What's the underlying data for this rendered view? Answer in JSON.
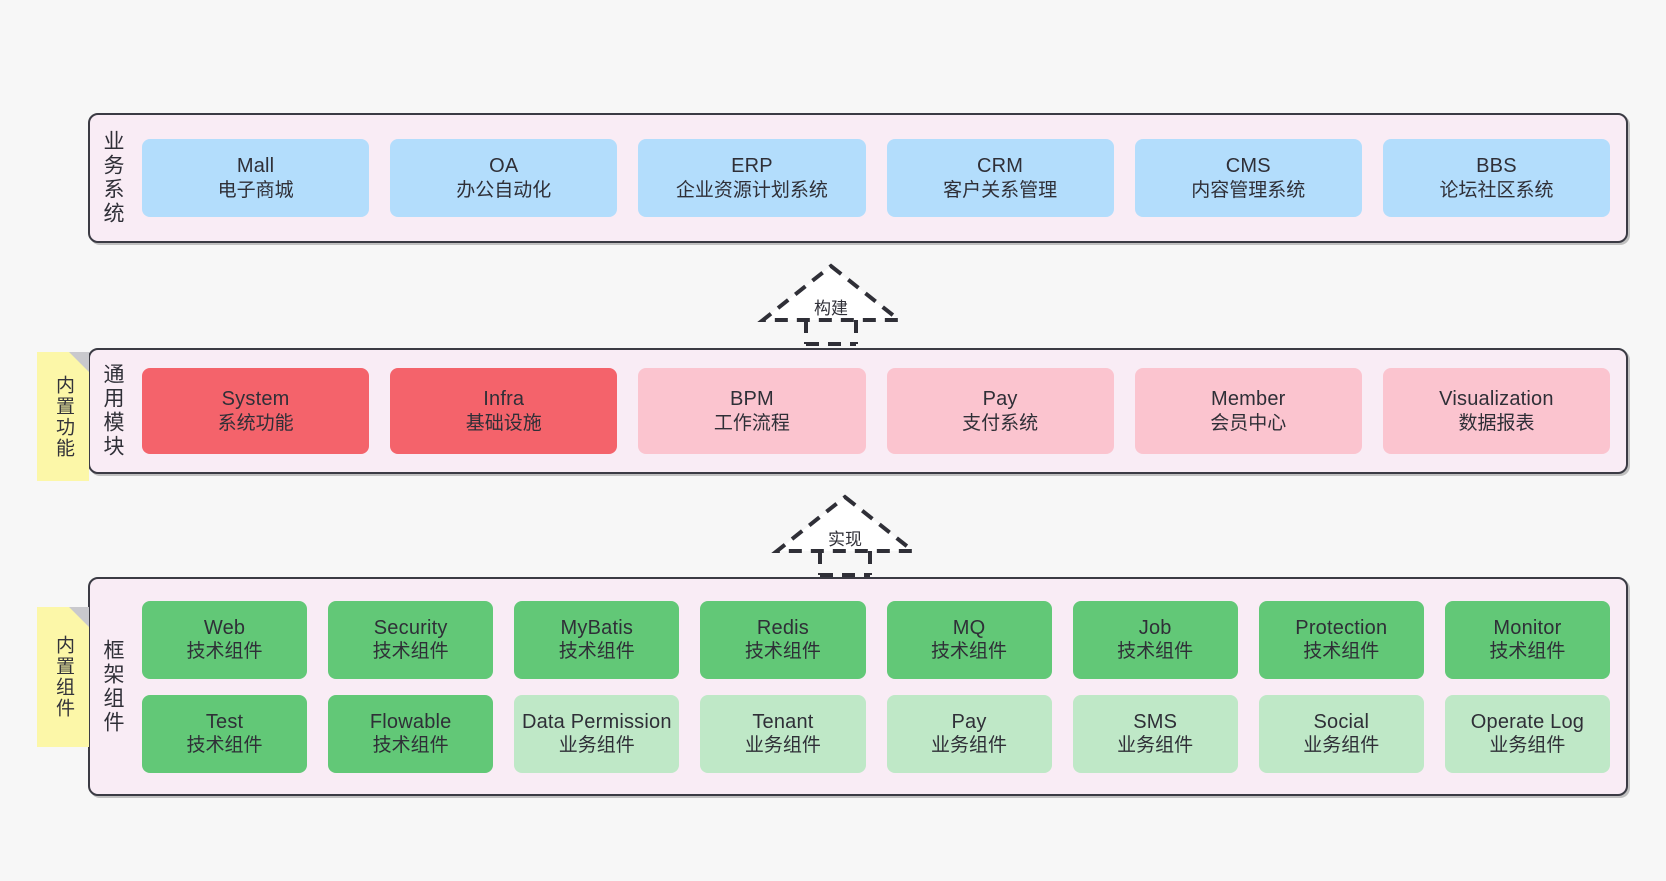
{
  "diagram": {
    "title_layers": {
      "business": "业务系统",
      "common": "通用模块",
      "framework": "框架组件"
    },
    "sticky_notes": {
      "builtin_features": "内置功能",
      "builtin_components": "内置组件"
    },
    "connectors": {
      "build": "构建",
      "implement": "实现"
    }
  },
  "layers": {
    "business": {
      "label": "业务系统",
      "items": [
        {
          "en": "Mall",
          "cn": "电子商城",
          "color": "#b3ddfc"
        },
        {
          "en": "OA",
          "cn": "办公自动化",
          "color": "#b3ddfc"
        },
        {
          "en": "ERP",
          "cn": "企业资源计划系统",
          "color": "#b3ddfc"
        },
        {
          "en": "CRM",
          "cn": "客户关系管理",
          "color": "#b3ddfc"
        },
        {
          "en": "CMS",
          "cn": "内容管理系统",
          "color": "#b3ddfc"
        },
        {
          "en": "BBS",
          "cn": "论坛社区系统",
          "color": "#b3ddfc"
        }
      ]
    },
    "common": {
      "label": "通用模块",
      "items": [
        {
          "en": "System",
          "cn": "系统功能",
          "color": "#f4636b"
        },
        {
          "en": "Infra",
          "cn": "基础设施",
          "color": "#f4636b"
        },
        {
          "en": "BPM",
          "cn": "工作流程",
          "color": "#fbc4cf"
        },
        {
          "en": "Pay",
          "cn": "支付系统",
          "color": "#fbc4cf"
        },
        {
          "en": "Member",
          "cn": "会员中心",
          "color": "#fbc4cf"
        },
        {
          "en": "Visualization",
          "cn": "数据报表",
          "color": "#fbc4cf"
        }
      ]
    },
    "framework": {
      "label": "框架组件",
      "row1": [
        {
          "en": "Web",
          "cn": "技术组件",
          "color": "#62c877"
        },
        {
          "en": "Security",
          "cn": "技术组件",
          "color": "#62c877"
        },
        {
          "en": "MyBatis",
          "cn": "技术组件",
          "color": "#62c877"
        },
        {
          "en": "Redis",
          "cn": "技术组件",
          "color": "#62c877"
        },
        {
          "en": "MQ",
          "cn": "技术组件",
          "color": "#62c877"
        },
        {
          "en": "Job",
          "cn": "技术组件",
          "color": "#62c877"
        },
        {
          "en": "Protection",
          "cn": "技术组件",
          "color": "#62c877"
        },
        {
          "en": "Monitor",
          "cn": "技术组件",
          "color": "#62c877"
        }
      ],
      "row2": [
        {
          "en": "Test",
          "cn": "技术组件",
          "color": "#62c877"
        },
        {
          "en": "Flowable",
          "cn": "技术组件",
          "color": "#62c877"
        },
        {
          "en": "Data Permission",
          "cn": "业务组件",
          "color": "#bfe8c7"
        },
        {
          "en": "Tenant",
          "cn": "业务组件",
          "color": "#bfe8c7"
        },
        {
          "en": "Pay",
          "cn": "业务组件",
          "color": "#bfe8c7"
        },
        {
          "en": "SMS",
          "cn": "业务组件",
          "color": "#bfe8c7"
        },
        {
          "en": "Social",
          "cn": "业务组件",
          "color": "#bfe8c7"
        },
        {
          "en": "Operate Log",
          "cn": "业务组件",
          "color": "#bfe8c7"
        }
      ]
    }
  },
  "palette": {
    "canvas_background": "#f7f7f7",
    "layer_background": "#f9ecf5",
    "layer_border": "#3b3b44",
    "sticky_background": "#fcf7a8",
    "sticky_fold": "#c9c9cd",
    "text": "#2f2f37",
    "blue": "#b3ddfc",
    "red": "#f4636b",
    "pink": "#fbc4cf",
    "green": "#62c877",
    "light_green": "#bfe8c7"
  }
}
